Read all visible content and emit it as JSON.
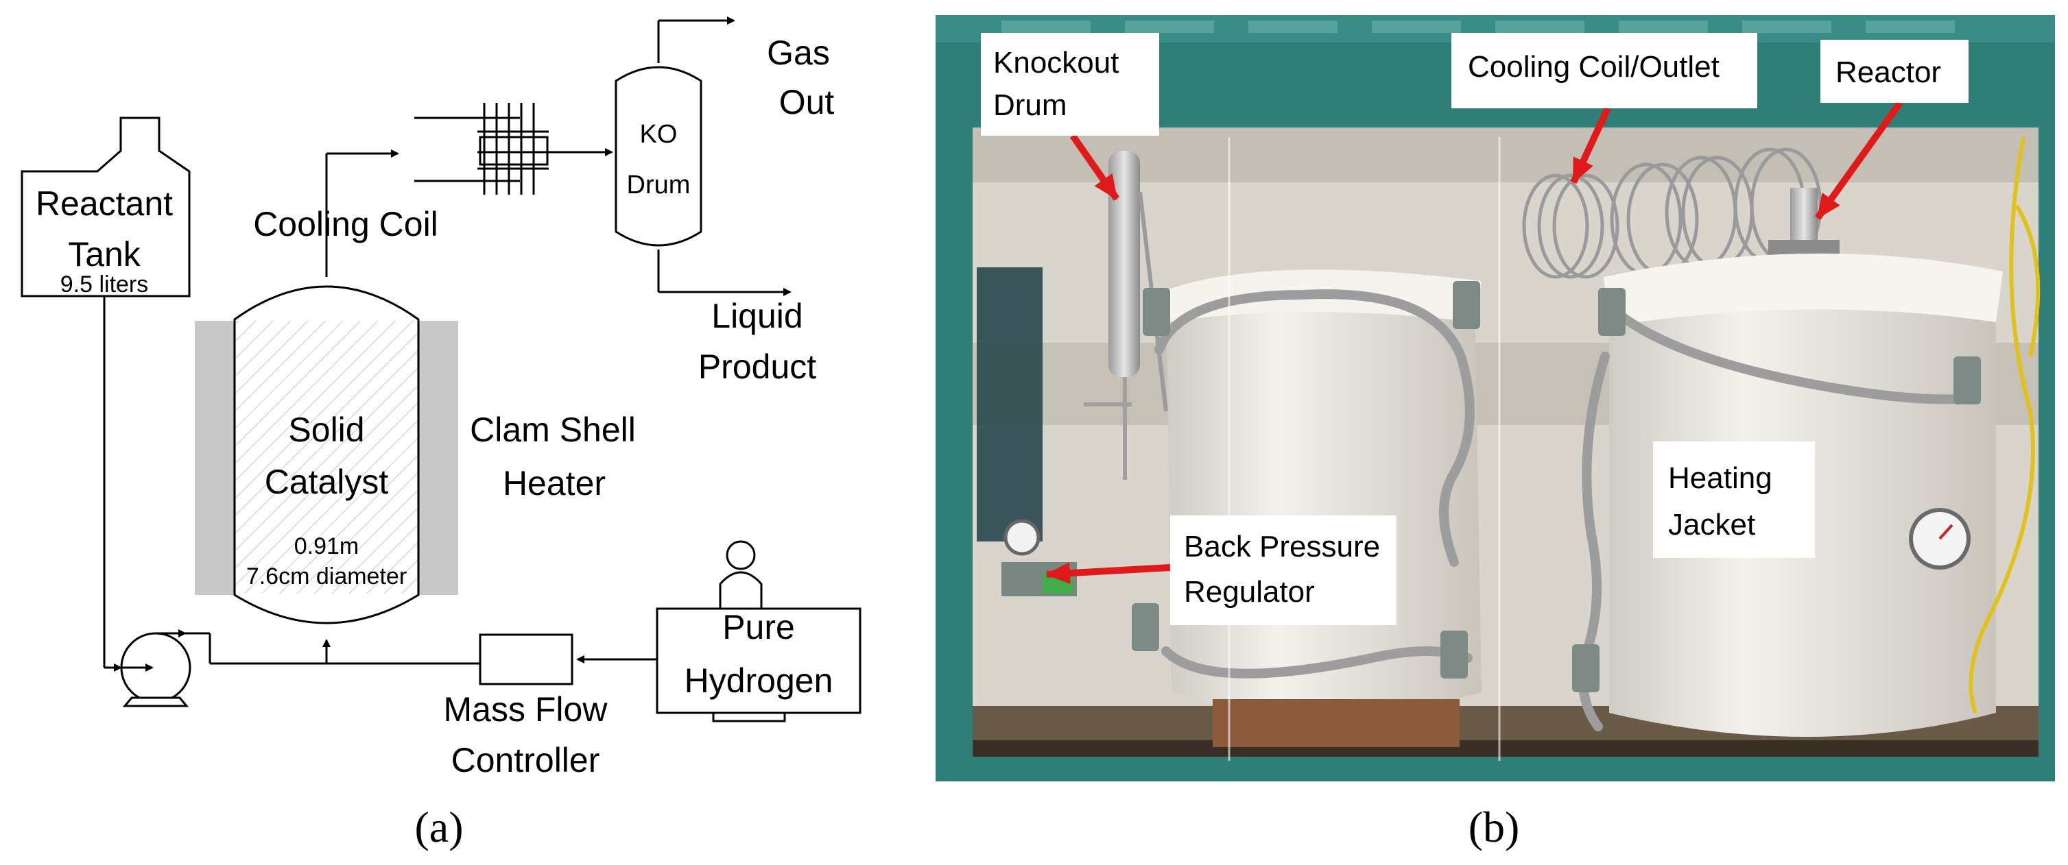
{
  "panel_a": {
    "caption": "(a)",
    "reactant_tank": {
      "line1": "Reactant",
      "line2": "Tank",
      "volume": "9.5 liters"
    },
    "reactor": {
      "line1": "Solid",
      "line2": "Catalyst",
      "length": "0.91m",
      "diameter": "7.6cm diameter"
    },
    "heater": {
      "line1": "Clam Shell",
      "line2": "Heater"
    },
    "cooling_coil": "Cooling Coil",
    "ko_drum": {
      "line1": "KO",
      "line2": "Drum"
    },
    "gas_out": {
      "line1": "Gas",
      "line2": "Out"
    },
    "liquid_product": {
      "line1": "Liquid",
      "line2": "Product"
    },
    "hydrogen": {
      "line1": "Pure",
      "line2": "Hydrogen"
    },
    "mass_flow": {
      "line1": "Mass Flow",
      "line2": "Controller"
    }
  },
  "panel_b": {
    "caption": "(b)",
    "labels": {
      "knockout": {
        "line1": "Knockout",
        "line2": "Drum"
      },
      "cooling_outlet": "Cooling Coil/Outlet",
      "reactor": "Reactor",
      "back_pressure": {
        "line1": "Back Pressure",
        "line2": "Regulator"
      },
      "heating_jacket": {
        "line1": "Heating",
        "line2": "Jacket"
      }
    },
    "colors": {
      "cabinet": "#2f7f78",
      "insulation": "#ece9e2",
      "arrow": "#e01a1a",
      "background": "#d9d5cc"
    }
  }
}
